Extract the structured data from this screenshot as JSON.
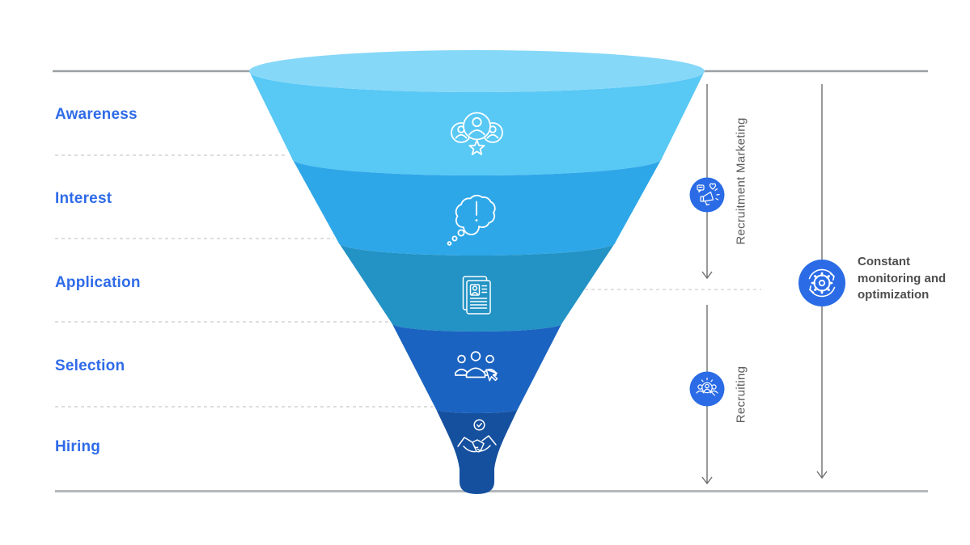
{
  "funnel": {
    "stages": [
      {
        "label": "Awareness",
        "icon": "team-star-icon"
      },
      {
        "label": "Interest",
        "icon": "thought-bubble-icon"
      },
      {
        "label": "Application",
        "icon": "resume-icon"
      },
      {
        "label": "Selection",
        "icon": "candidate-select-icon"
      },
      {
        "label": "Hiring",
        "icon": "handshake-icon"
      }
    ]
  },
  "phases": [
    {
      "label": "Recruitment Marketing",
      "icon": "megaphone-icon"
    },
    {
      "label": "Recruiting",
      "icon": "talent-search-icon"
    }
  ],
  "annotation": {
    "label": "Constant monitoring and optimization",
    "icon": "gear-sync-icon"
  },
  "colors": {
    "stage_label": "#2f6be8",
    "accent": "#2b6ce6",
    "text_dark": "#4e4e4e",
    "phase_text": "#5c5c5c",
    "funnel_top": "#86d8f8",
    "funnel_bands": [
      "#58c8f5",
      "#2ea7e8",
      "#2392c4",
      "#1b63c1",
      "#15509f"
    ]
  }
}
